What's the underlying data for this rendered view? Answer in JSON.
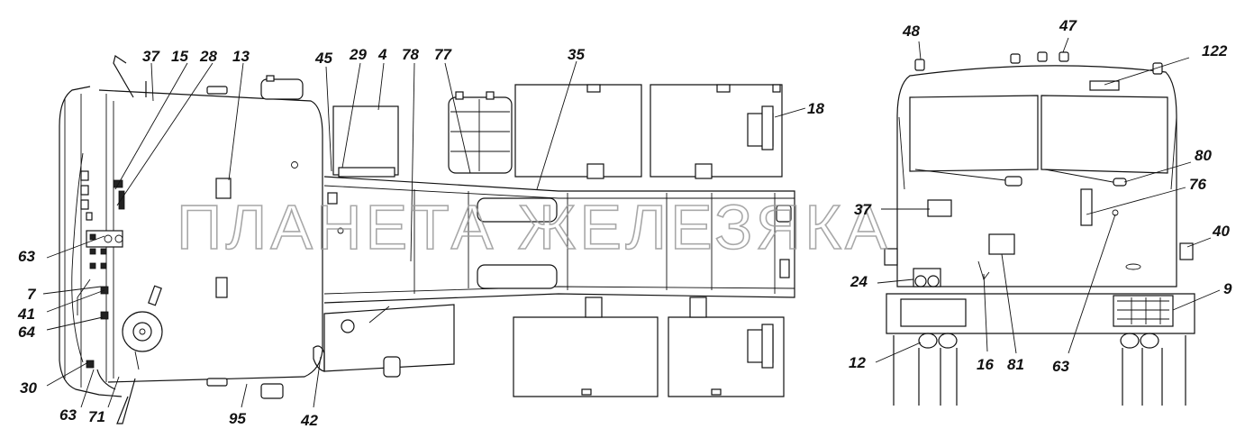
{
  "watermark": "ПЛАНЕТА ЖЕЛЕЗЯКА",
  "callouts": {
    "top_view": [
      "37",
      "15",
      "28",
      "13",
      "45",
      "29",
      "4",
      "78",
      "77",
      "35",
      "18",
      "63",
      "7",
      "41",
      "64",
      "30",
      "63",
      "71",
      "95",
      "42"
    ],
    "front_view": [
      "48",
      "47",
      "122",
      "80",
      "76",
      "37",
      "40",
      "24",
      "9",
      "12",
      "16",
      "81",
      "63"
    ]
  }
}
